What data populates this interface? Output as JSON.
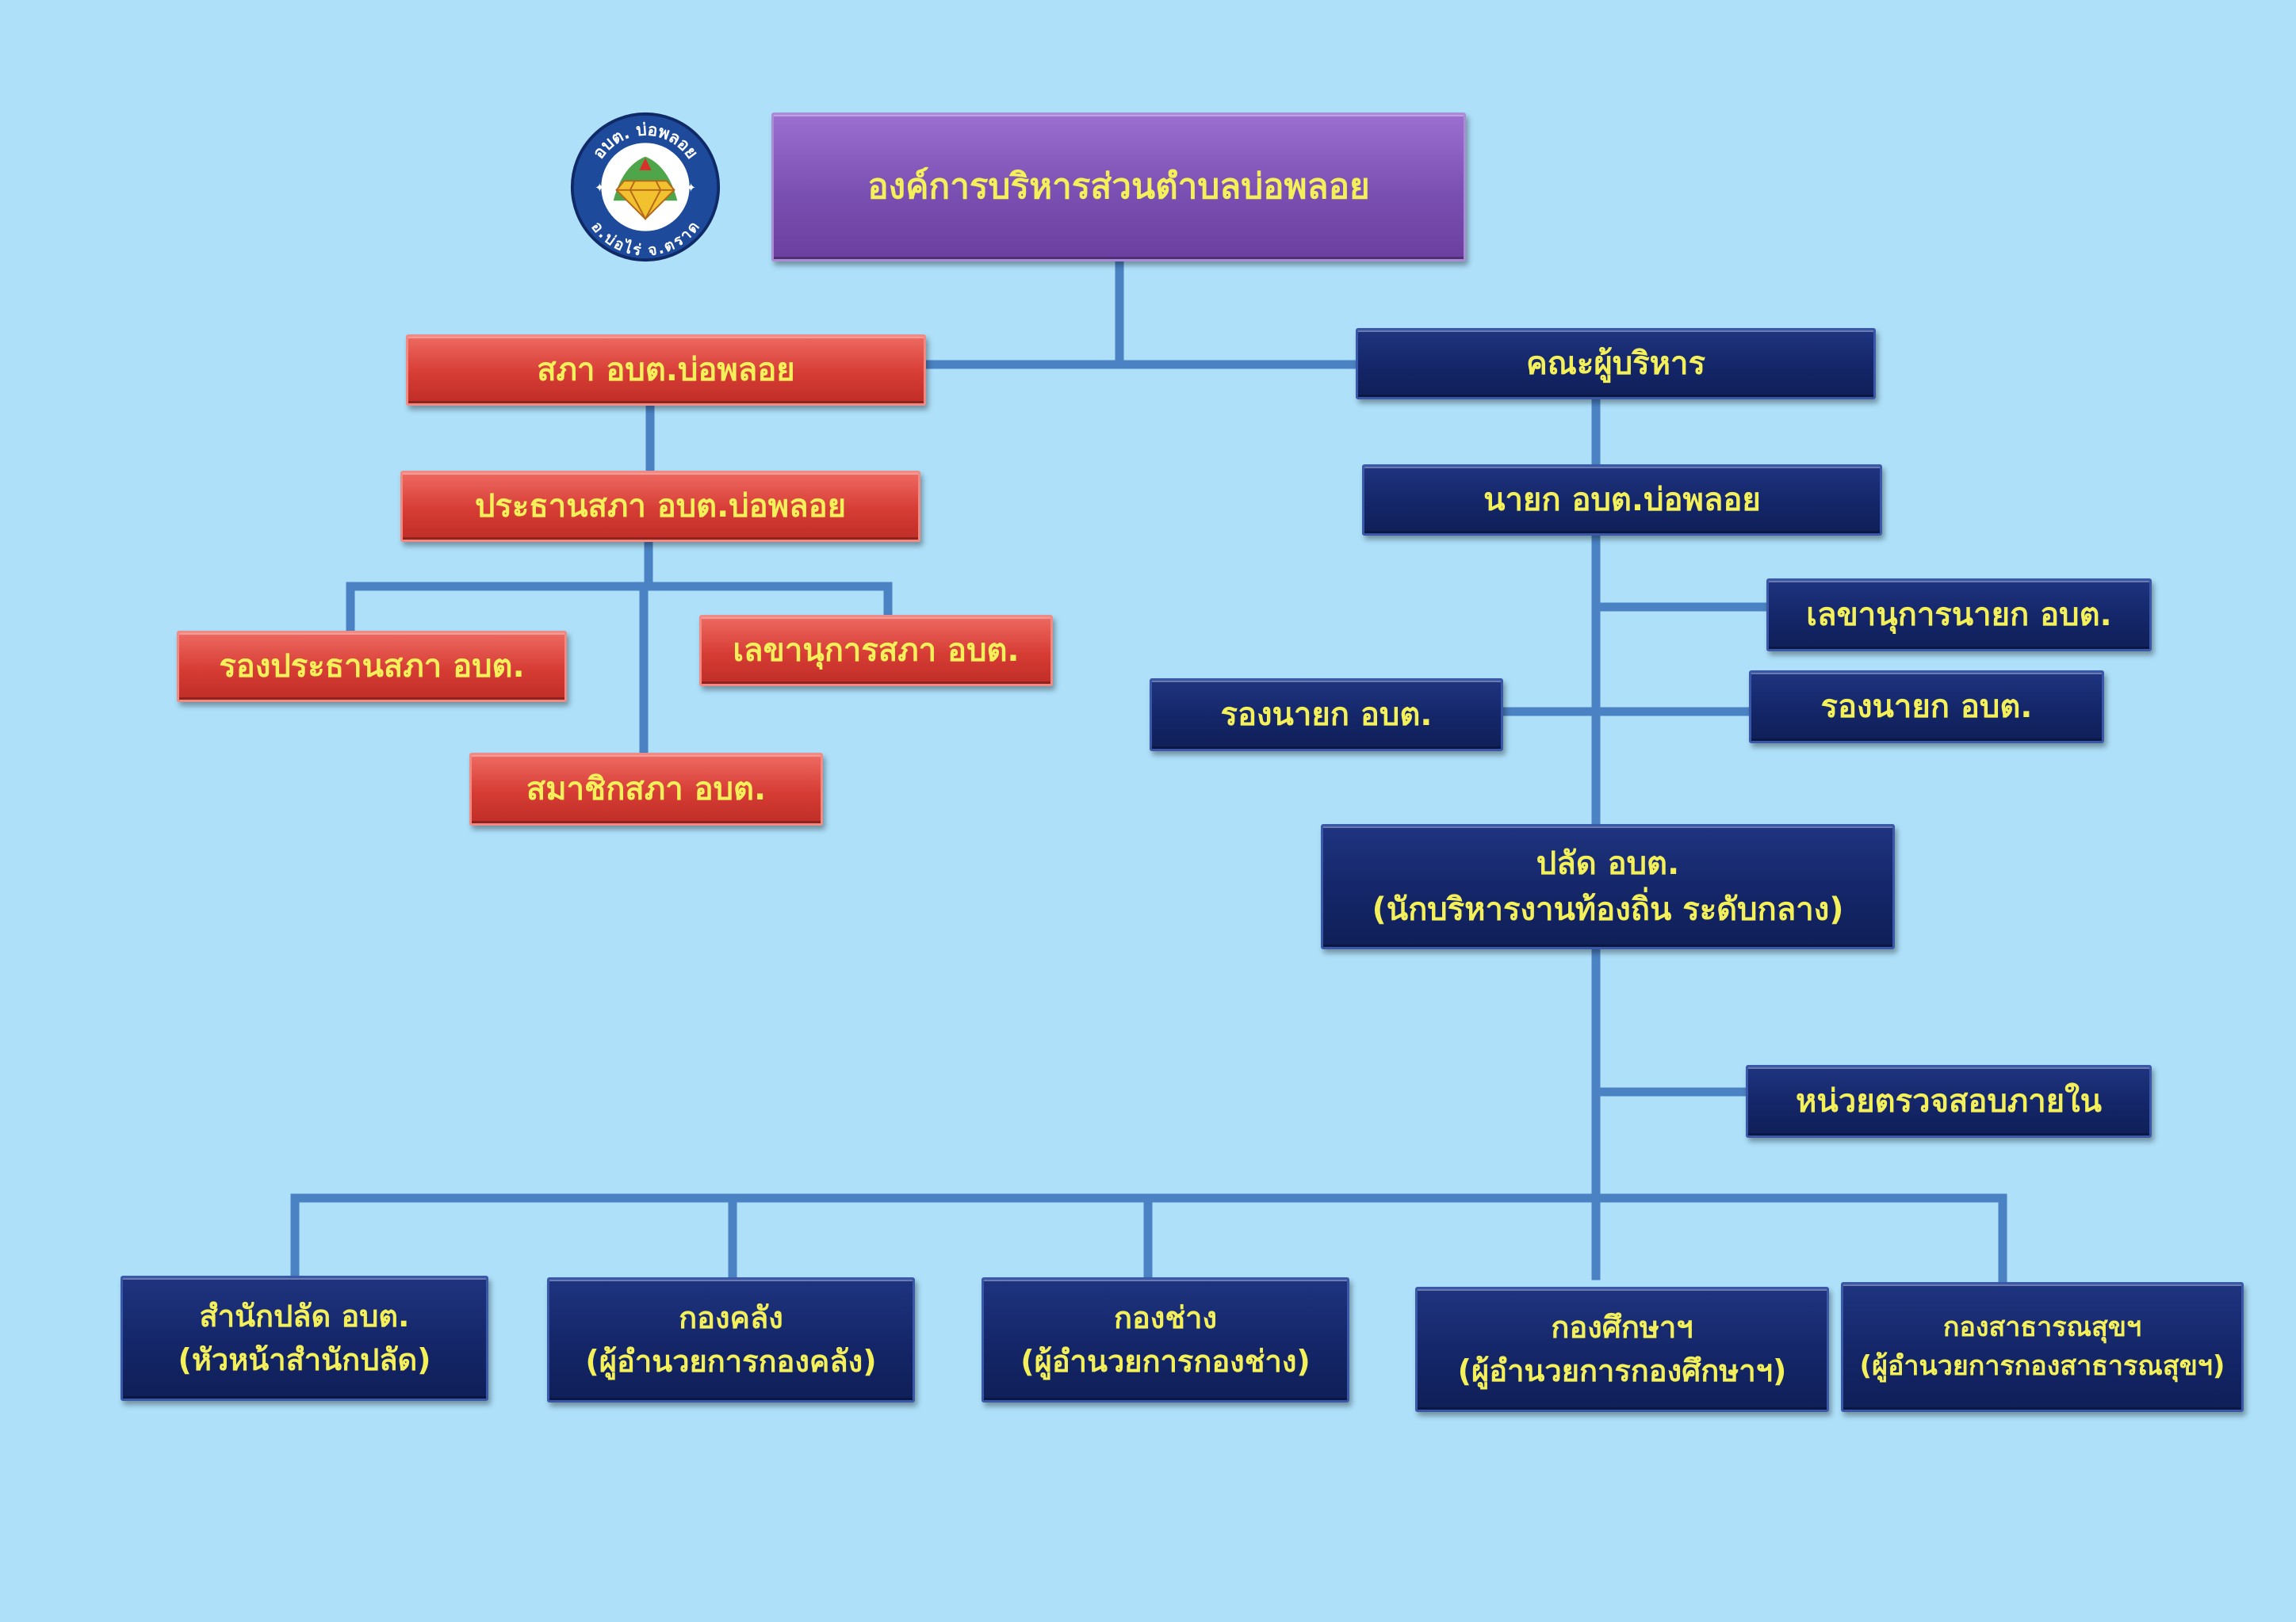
{
  "org_chart": {
    "title": "องค์การบริหารส่วนตำบลบ่อพลอย",
    "logo": {
      "icon": "seal-logo",
      "top_text": "อบต. บ่อพลอย",
      "bottom_text": "อ.บ่อไร่ จ.ตราด"
    },
    "council": {
      "main": "สภา อบต.บ่อพลอย",
      "chair": "ประธานสภา อบต.บ่อพลอย",
      "vice_chair": "รองประธานสภา อบต.",
      "secretary": "เลขานุการสภา อบต.",
      "members": "สมาชิกสภา อบต."
    },
    "executive": {
      "main": "คณะผู้บริหาร",
      "mayor": "นายก อบต.บ่อพลอย",
      "mayor_secretary": "เลขานุการนายก อบต.",
      "deputy_left": "รองนายก อบต.",
      "deputy_right": "รองนายก อบต.",
      "clerk_line1": "ปลัด อบต.",
      "clerk_line2": "(นักบริหารงานท้องถิ่น ระดับกลาง)",
      "internal_audit": "หน่วยตรวจสอบภายใน"
    },
    "divisions": [
      {
        "name": "สำนักปลัด อบต.",
        "head": "(หัวหน้าสำนักปลัด)"
      },
      {
        "name": "กองคลัง",
        "head": "(ผู้อำนวยการกองคลัง)"
      },
      {
        "name": "กองช่าง",
        "head": "(ผู้อำนวยการกองช่าง)"
      },
      {
        "name": "กองศึกษาฯ",
        "head": "(ผู้อำนวยการกองศึกษาฯ)"
      },
      {
        "name": "กองสาธารณสุขฯ",
        "head": "(ผู้อำนวยการกองสาธารณสุขฯ)"
      }
    ],
    "colors": {
      "background": "#aee0fa",
      "connector": "#4a82c4",
      "title_box": "#7a4fb2",
      "council_box": "#d63c34",
      "executive_box": "#142668",
      "text": "#f3f05a"
    }
  }
}
